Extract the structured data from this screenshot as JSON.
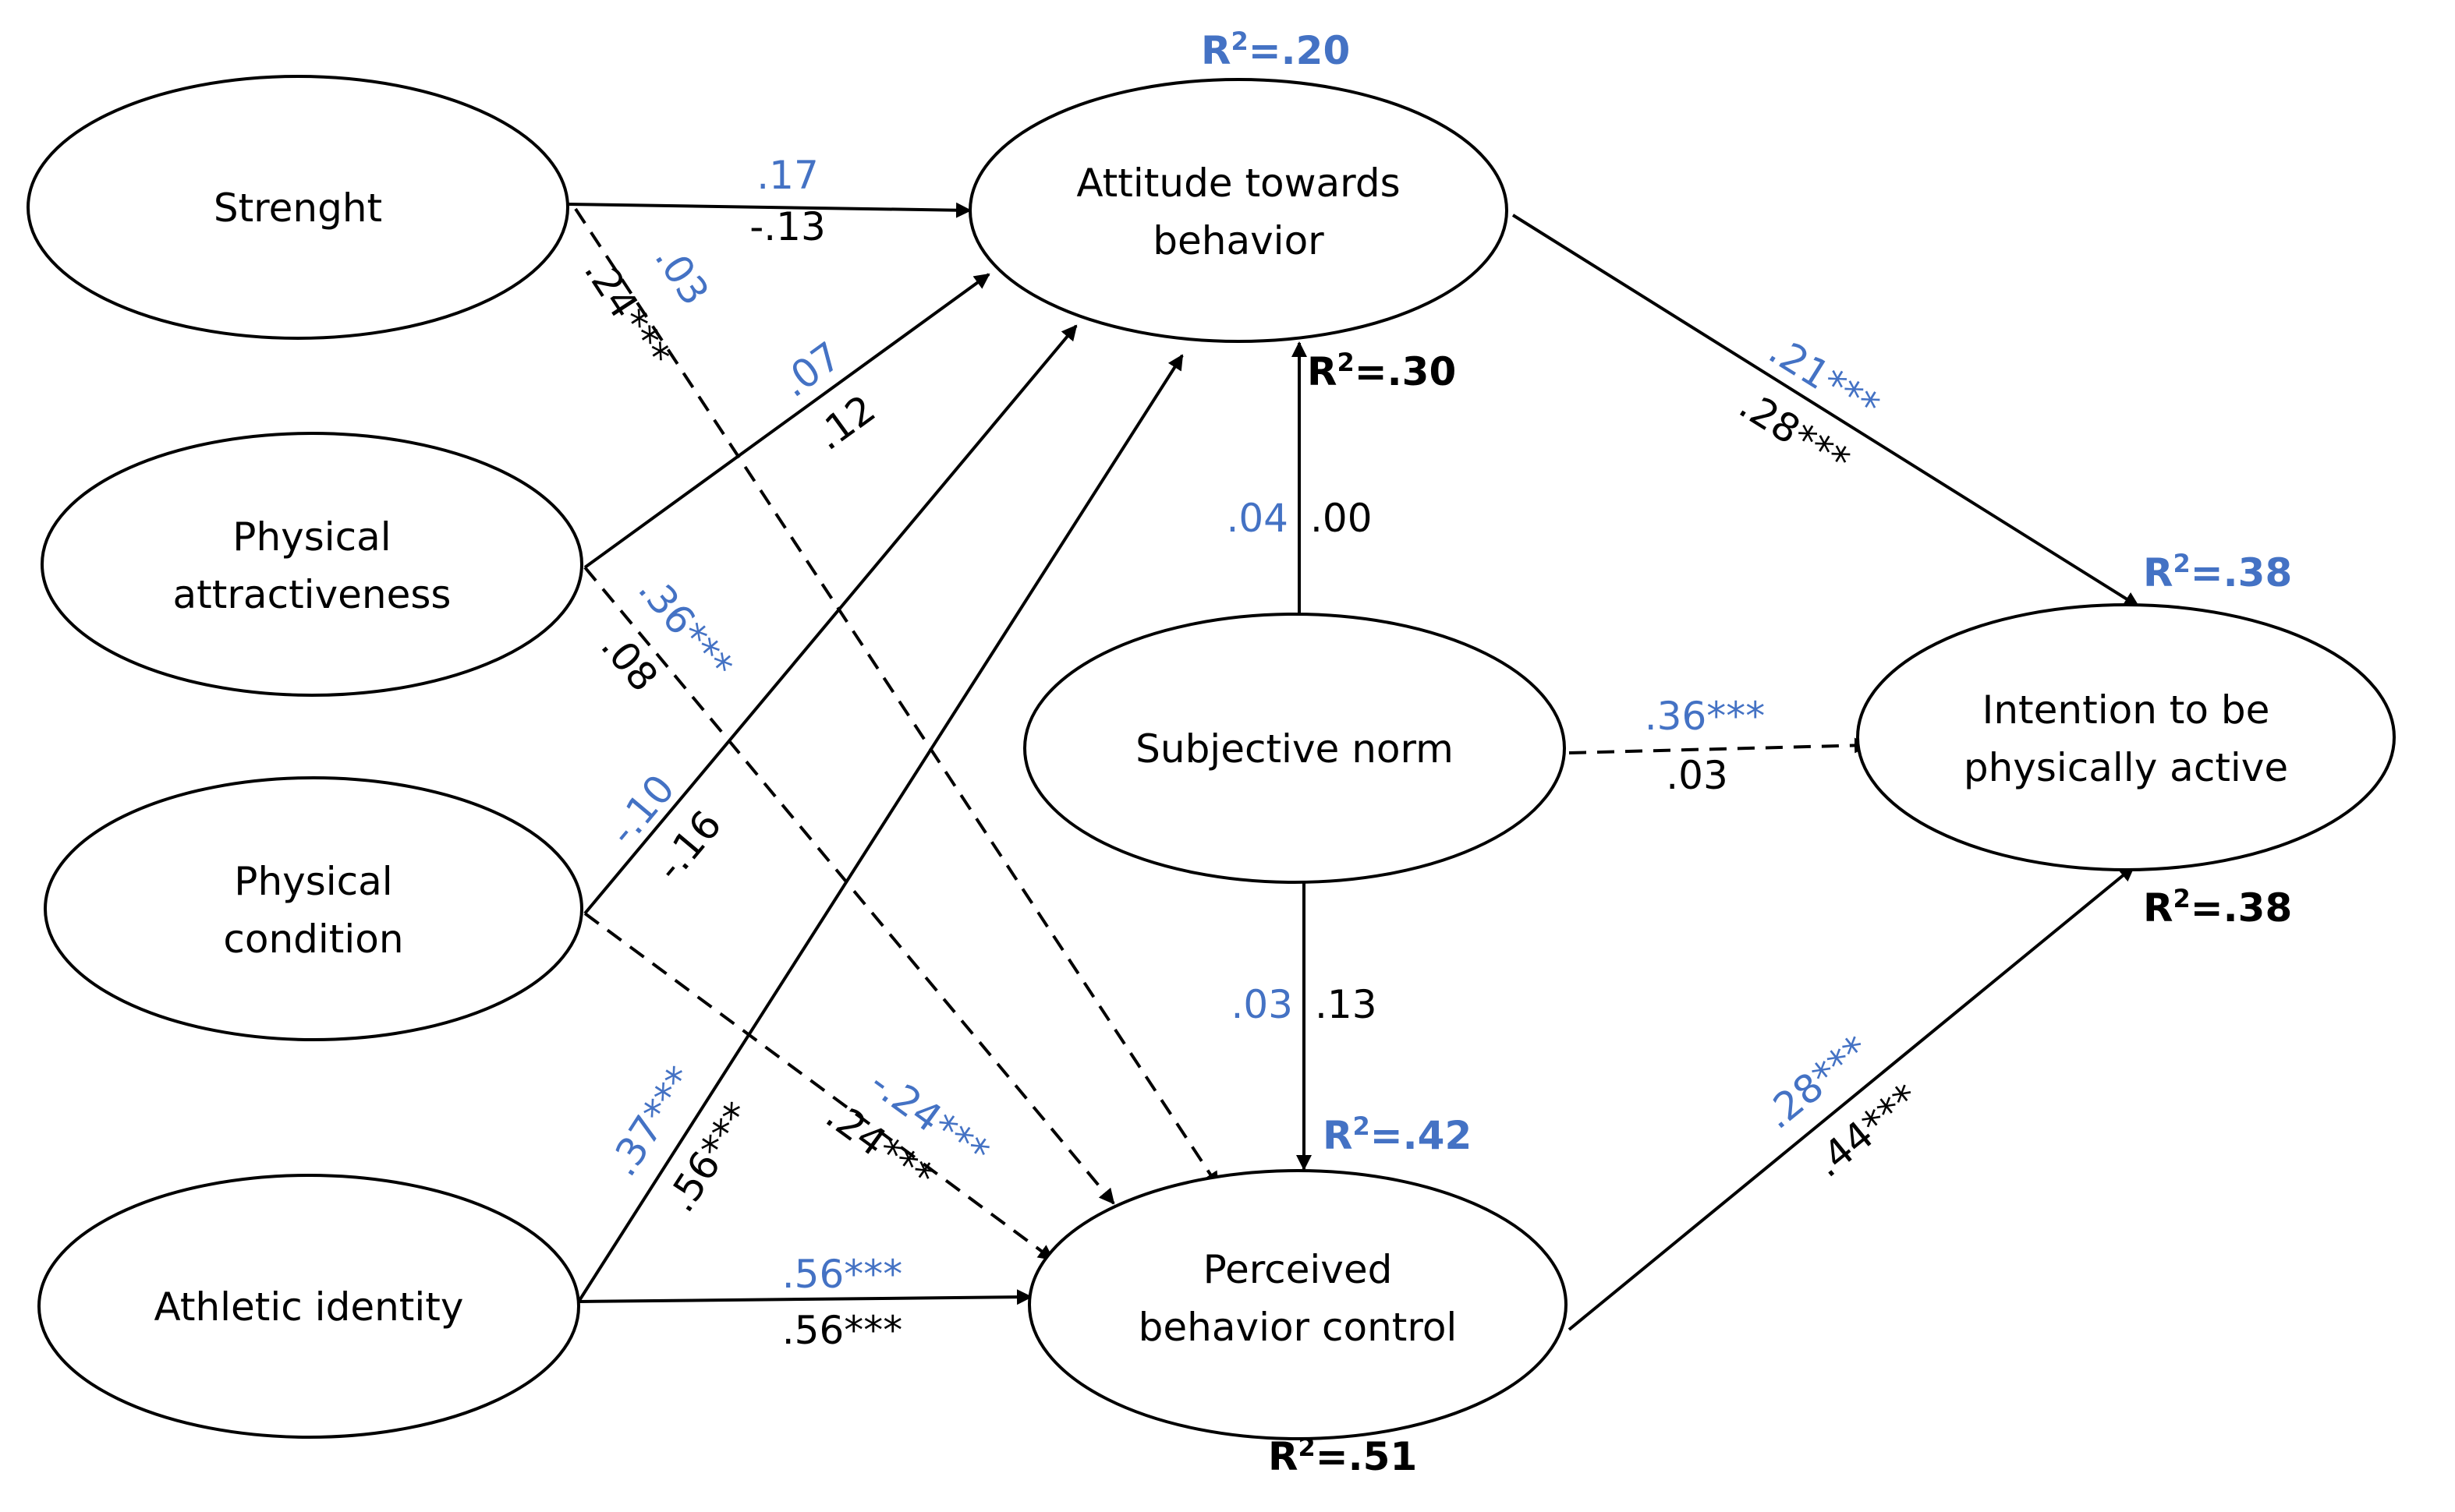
{
  "nodes": {
    "strength": {
      "lines": [
        "Strenght"
      ]
    },
    "attractiveness": {
      "lines": [
        "Physical",
        "attractiveness"
      ]
    },
    "condition": {
      "lines": [
        "Physical",
        "condition"
      ]
    },
    "athletic": {
      "lines": [
        "Athletic identity"
      ]
    },
    "attitude": {
      "lines": [
        "Attitude towards",
        "behavior"
      ]
    },
    "subjective": {
      "lines": [
        "Subjective norm"
      ]
    },
    "pbc": {
      "lines": [
        "Perceived",
        "behavior control"
      ]
    },
    "intention": {
      "lines": [
        "Intention to be",
        "physically active"
      ]
    }
  },
  "r_squared": {
    "attitude_blue": {
      "prefix": "R",
      "sup": "2",
      "value": "=.20"
    },
    "attitude_black": {
      "prefix": "R",
      "sup": "2",
      "value": "=.30"
    },
    "intention_blue": {
      "prefix": "R",
      "sup": "2",
      "value": "=.38"
    },
    "intention_black": {
      "prefix": "R",
      "sup": "2",
      "value": "=.38"
    },
    "pbc_blue": {
      "prefix": "R",
      "sup": "2",
      "value": "=.42"
    },
    "pbc_black": {
      "prefix": "R",
      "sup": "2",
      "value": "=.51"
    }
  },
  "paths": {
    "strength_attitude": {
      "blue": ".17",
      "black": "-.13",
      "style": "solid"
    },
    "strength_pbc": {
      "blue": ".03",
      "black": ".24***",
      "style": "dashed"
    },
    "attractiveness_attitude": {
      "blue": ".07",
      "black": ".12",
      "style": "solid"
    },
    "attractiveness_pbc": {
      "blue": ".36***",
      "black": ".08",
      "style": "dashed"
    },
    "condition_attitude": {
      "blue": "-.10",
      "black": "-.16",
      "style": "solid"
    },
    "condition_pbc": {
      "blue": "-.24***",
      "black": ".24***",
      "style": "dashed"
    },
    "athletic_attitude": {
      "blue": ".37***",
      "black": ".56***",
      "style": "solid"
    },
    "athletic_pbc": {
      "blue": ".56***",
      "black": ".56***",
      "style": "solid"
    },
    "subjective_attitude": {
      "blue": ".04",
      "black": ".00",
      "style": "solid"
    },
    "subjective_pbc": {
      "blue": ".03",
      "black": ".13",
      "style": "solid"
    },
    "subjective_intention": {
      "blue": ".36***",
      "black": ".03",
      "style": "dashed"
    },
    "attitude_intention": {
      "blue": ".21***",
      "black": ".28***",
      "style": "solid"
    },
    "pbc_intention": {
      "blue": ".28***",
      "black": ".44***",
      "style": "solid"
    }
  },
  "colors": {
    "blue": "#4472c4",
    "black": "#000000"
  }
}
